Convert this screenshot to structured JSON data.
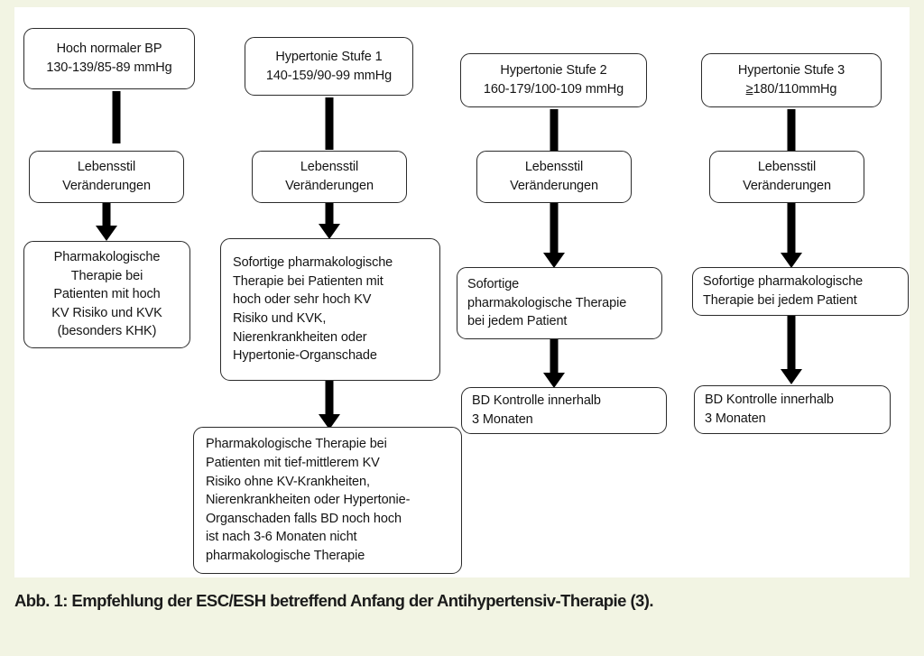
{
  "figure": {
    "caption": "Abb. 1: Empfehlung der ESC/ESH betreffend Anfang der Antihypertensiv-Therapie (3).",
    "background_color": "#f2f4e3",
    "panel_color": "#ffffff",
    "border_color": "#2b2b2b",
    "text_color": "#141414",
    "arrow_color": "#000000"
  },
  "columns": [
    {
      "id": "column-1",
      "category": {
        "title": "Hoch normaler BP",
        "lines": [
          "Hoch normaler BP",
          "130-139/85-89 mmHg"
        ]
      },
      "lifestyle": {
        "lines": [
          "Lebensstil",
          "Veränderungen"
        ]
      },
      "treatment": {
        "lines": [
          "Pharmakologische",
          "Therapie bei",
          "Patienten mit  hoch",
          "KV Risiko und KVK",
          "(besonders KHK)"
        ]
      }
    },
    {
      "id": "column-2",
      "category": {
        "title": "Hypertonie Stufe 1",
        "lines": [
          "Hypertonie Stufe 1",
          "140-159/90-99 mmHg"
        ]
      },
      "lifestyle": {
        "lines": [
          "Lebensstil",
          "Veränderungen"
        ]
      },
      "treatment": {
        "lines": [
          "Sofortige pharmakologische",
          "Therapie bei Patienten mit",
          "hoch oder sehr hoch KV",
          "Risiko und KVK,",
          "Nierenkrankheiten  oder",
          "Hypertonie-Organschade"
        ]
      },
      "followup": {
        "lines": [
          "Pharmakologische Therapie bei",
          "Patienten mit  tief-mittlerem KV",
          "Risiko ohne KV-Krankheiten,",
          "Nierenkrankheiten  oder Hypertonie-",
          "Organschaden  falls BD noch hoch",
          "ist nach 3-6 Monaten nicht",
          "pharmakologische Therapie"
        ]
      }
    },
    {
      "id": "column-3",
      "category": {
        "title": "Hypertonie Stufe 2",
        "lines": [
          "Hypertonie Stufe 2",
          "160-179/100-109 mmHg"
        ]
      },
      "lifestyle": {
        "lines": [
          "Lebensstil",
          "Veränderungen"
        ]
      },
      "treatment": {
        "lines": [
          "Sofortige",
          "pharmakologische Therapie",
          "bei jedem Patient"
        ]
      },
      "followup": {
        "lines": [
          "BD Kontrolle  innerhalb",
          "3 Monaten"
        ]
      }
    },
    {
      "id": "column-4",
      "category": {
        "title": "Hypertonie Stufe 3",
        "lines": [
          "Hypertonie Stufe 3",
          "≥180/110mmHg"
        ],
        "threshold_symbol": "≥",
        "threshold_value": "180/110mmHg"
      },
      "lifestyle": {
        "lines": [
          "Lebensstil",
          "Veränderungen"
        ]
      },
      "treatment": {
        "lines": [
          "Sofortige pharmakologische",
          "Therapie bei jedem Patient"
        ]
      },
      "followup": {
        "lines": [
          "BD Kontrolle  innerhalb",
          "3 Monaten"
        ]
      }
    }
  ]
}
